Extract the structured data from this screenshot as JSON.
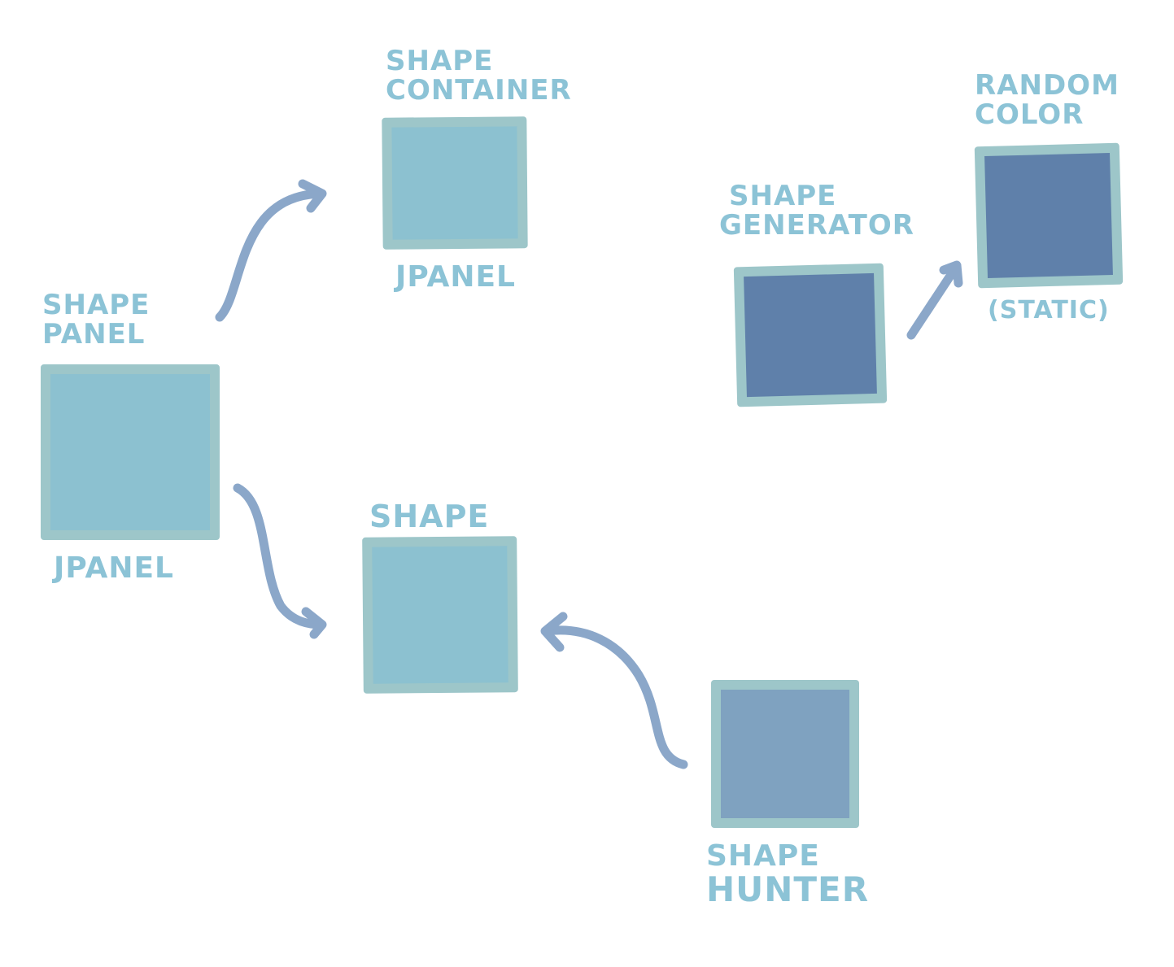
{
  "colors": {
    "background": "#ffffff",
    "label_text": "#8cc3d6",
    "light_fill": "#8cc1d0",
    "dark_fill": "#5f80aa",
    "mid_fill": "#7fa2c0",
    "border": "#9dc6c9",
    "arrow": "#8ba7c9"
  },
  "nodes": {
    "shape_container": {
      "title_lines": [
        "SHAPE",
        "CONTAINER"
      ],
      "subtitle": "JPANEL"
    },
    "shape_panel": {
      "title_lines": [
        "SHAPE",
        "PANEL"
      ],
      "subtitle": "JPANEL"
    },
    "shape": {
      "title_lines": [
        "SHAPE"
      ]
    },
    "shape_generator": {
      "title_lines": [
        "SHAPE",
        "GENERATOR"
      ]
    },
    "random_color": {
      "title_lines": [
        "RANDOM",
        "COLOR"
      ],
      "subtitle": "(STATIC)"
    },
    "shape_hunter": {
      "title_lines": [
        "SHAPE",
        "HUNTER"
      ]
    }
  },
  "edges": [
    {
      "from": "shape_panel",
      "to": "shape_container"
    },
    {
      "from": "shape_panel",
      "to": "shape"
    },
    {
      "from": "shape_hunter",
      "to": "shape"
    },
    {
      "from": "shape_generator",
      "to": "random_color"
    }
  ]
}
